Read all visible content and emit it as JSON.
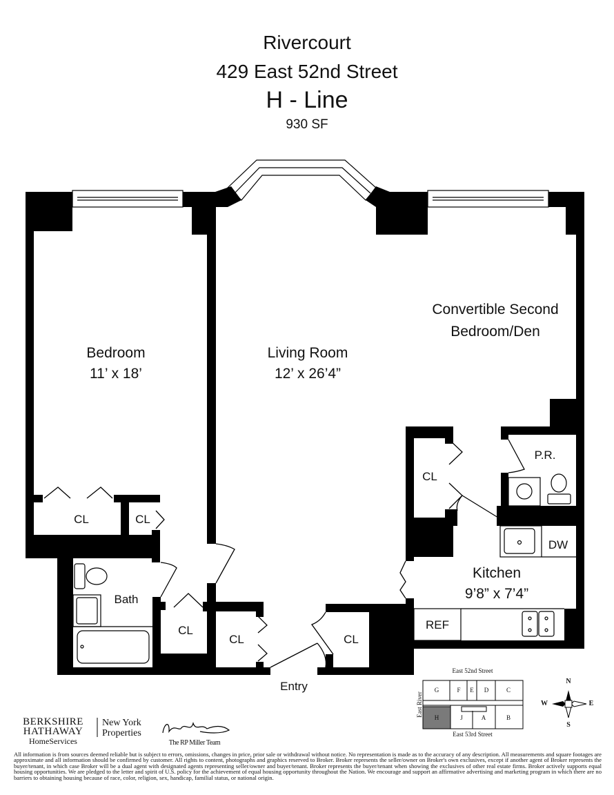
{
  "header": {
    "building": "Rivercourt",
    "address": "429 East 52nd Street",
    "line": "H - Line",
    "area": "930 SF"
  },
  "rooms": {
    "bedroom": {
      "name": "Bedroom",
      "dims": "11’ x 18’"
    },
    "living": {
      "name": "Living Room",
      "dims": "12’ x 26’4”"
    },
    "den": {
      "name": "Convertible Second",
      "name2": "Bedroom/Den"
    },
    "kitchen": {
      "name": "Kitchen",
      "dims": "9’8” x 7’4”"
    },
    "bath": "Bath",
    "powder": "P.R.",
    "closet": "CL",
    "dishwasher": "DW",
    "refrigerator": "REF",
    "entry": "Entry"
  },
  "key_plan": {
    "north_street": "East 52nd Street",
    "south_street": "East 53rd Street",
    "west_label": "East River",
    "units_top": [
      "G",
      "F",
      "E",
      "D",
      "C"
    ],
    "units_bottom": [
      "H",
      "J",
      "A",
      "B"
    ],
    "highlighted": "H",
    "highlight_color": "#7a7a7a"
  },
  "compass": {
    "n": "N",
    "s": "S",
    "e": "E",
    "w": "W"
  },
  "branding": {
    "company_line1": "BERKSHIRE",
    "company_line2": "HATHAWAY",
    "company_line3": "HomeServices",
    "region_line1": "New York",
    "region_line2": "Properties",
    "signature": "Rebecca Miller",
    "team": "The RP Miller Team"
  },
  "disclaimer": "All information is from sources deemed reliable but is subject to errors, omissions, changes in price, prior sale or withdrawal without notice. No representation is made as to the accuracy of any description. All measurements and square footages are approximate and all information should be confirmed by customer. All rights to content, photographs and graphics reserved to Broker. Broker represents the seller/owner on Broker's own exclusives, except if another agent of Broker represents the buyer/tenant, in which case Broker will be a dual agent with designated agents representing seller/owner and buyer/tenant. Broker represents the buyer/tenant when showing the exclusives of other real estate firms. Broker actively supports equal housing opportunities. We are pledged to the letter and spirit of U.S. policy for the achievement of equal housing opportunity throughout the Nation. We encourage and support an affirmative advertising and marketing program in which there are no barriers to obtaining housing because of race, color, religion, sex, handicap, familial status, or national origin."
}
